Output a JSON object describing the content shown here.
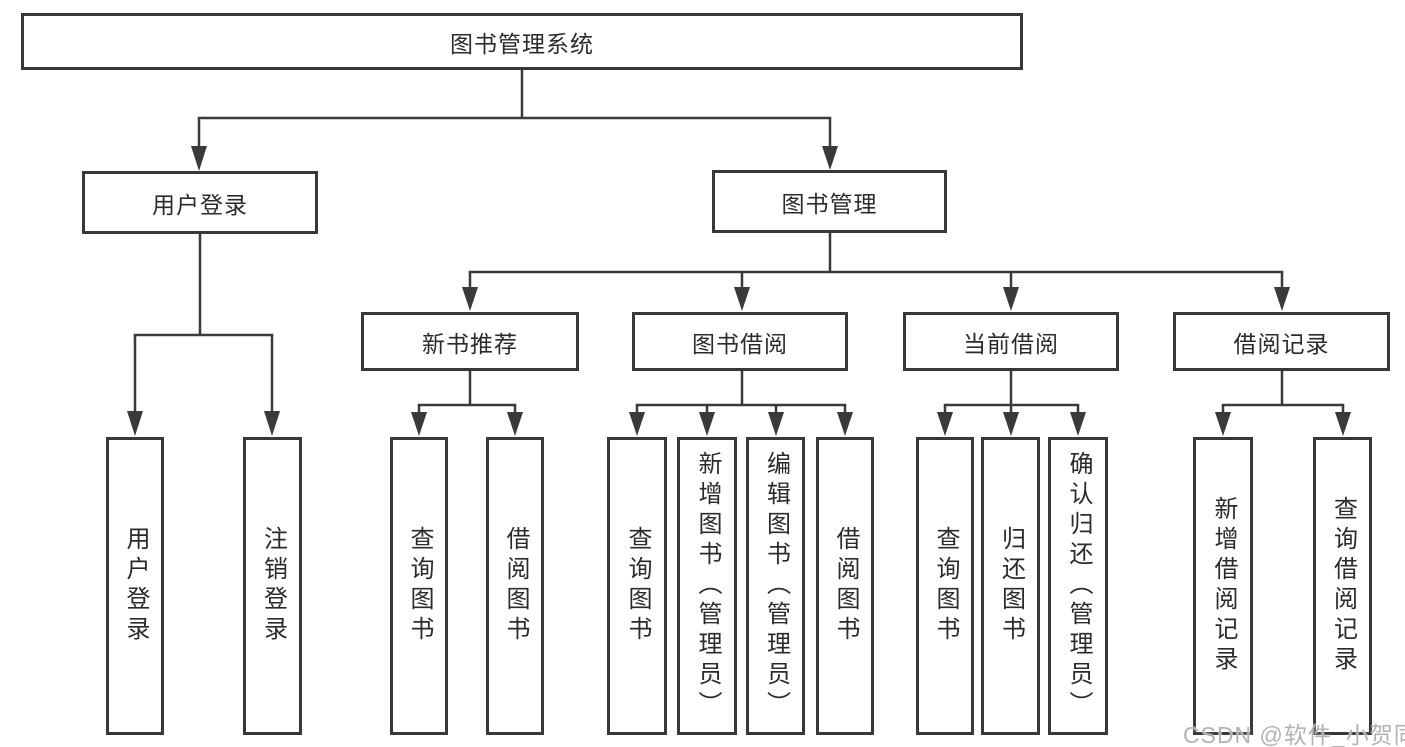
{
  "diagram": {
    "title": "图书管理系统",
    "root": {
      "label": "图书管理系统"
    },
    "level2": [
      {
        "label": "用户登录"
      },
      {
        "label": "图书管理"
      }
    ],
    "level3": [
      {
        "label": "新书推荐"
      },
      {
        "label": "图书借阅"
      },
      {
        "label": "当前借阅"
      },
      {
        "label": "借阅记录"
      }
    ],
    "leaves": {
      "user_login": [
        "用户登录",
        "注销登录"
      ],
      "new_book": [
        "查询图书",
        "借阅图书"
      ],
      "book_borrow": [
        "查询图书",
        "新增图书（管理员）",
        "编辑图书（管理员）",
        "借阅图书"
      ],
      "current_borrow": [
        "查询图书",
        "归还图书",
        "确认归还（管理员）"
      ],
      "borrow_records": [
        "新增借阅记录",
        "查询借阅记录"
      ]
    }
  },
  "watermark": "CSDN @软件_小贺同学",
  "colors": {
    "background": "#ffffff",
    "line": "#3a3a3a",
    "box_border": "#383838",
    "box_fill": "#ffffff",
    "text": "#2b2b2b",
    "watermark": "#b3b3b3"
  }
}
